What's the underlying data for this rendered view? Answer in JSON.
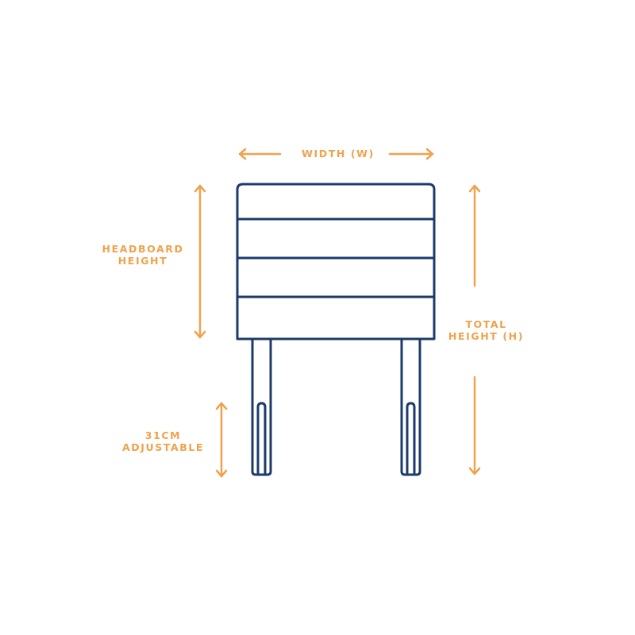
{
  "colors": {
    "accent": "#f0a24b",
    "outline": "#1c3b6b",
    "background": "#ffffff"
  },
  "labels": {
    "width": "WIDTH (W)",
    "headboard_height": [
      "HEADBOARD",
      "HEIGHT"
    ],
    "total_height": [
      "TOTAL",
      "HEIGHT (H)"
    ],
    "adjustable": [
      "31CM",
      "ADJUSTABLE"
    ]
  }
}
